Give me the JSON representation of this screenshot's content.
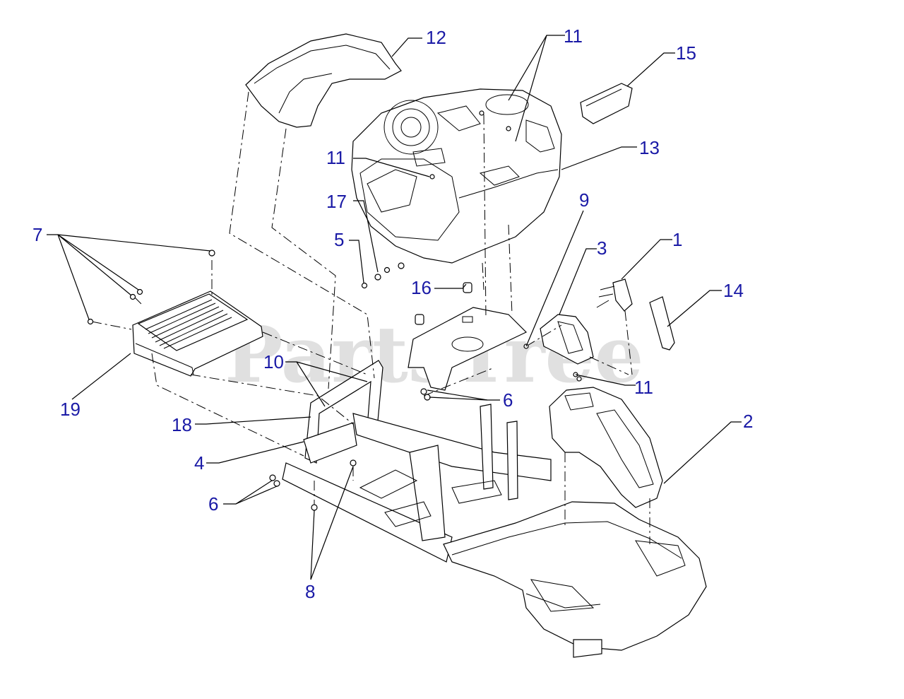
{
  "watermark": "PartsTree",
  "callouts": [
    {
      "id": "c12",
      "label": "12"
    },
    {
      "id": "c11a",
      "label": "11"
    },
    {
      "id": "c15",
      "label": "15"
    },
    {
      "id": "c13",
      "label": "13"
    },
    {
      "id": "c11b",
      "label": "11"
    },
    {
      "id": "c17",
      "label": "17"
    },
    {
      "id": "c9",
      "label": "9"
    },
    {
      "id": "c7",
      "label": "7"
    },
    {
      "id": "c5",
      "label": "5"
    },
    {
      "id": "c3",
      "label": "3"
    },
    {
      "id": "c1",
      "label": "1"
    },
    {
      "id": "c16",
      "label": "16"
    },
    {
      "id": "c14",
      "label": "14"
    },
    {
      "id": "c10",
      "label": "10"
    },
    {
      "id": "c11c",
      "label": "11"
    },
    {
      "id": "c6a",
      "label": "6"
    },
    {
      "id": "c19",
      "label": "19"
    },
    {
      "id": "c2",
      "label": "2"
    },
    {
      "id": "c18",
      "label": "18"
    },
    {
      "id": "c4",
      "label": "4"
    },
    {
      "id": "c6b",
      "label": "6"
    },
    {
      "id": "c8",
      "label": "8"
    }
  ]
}
